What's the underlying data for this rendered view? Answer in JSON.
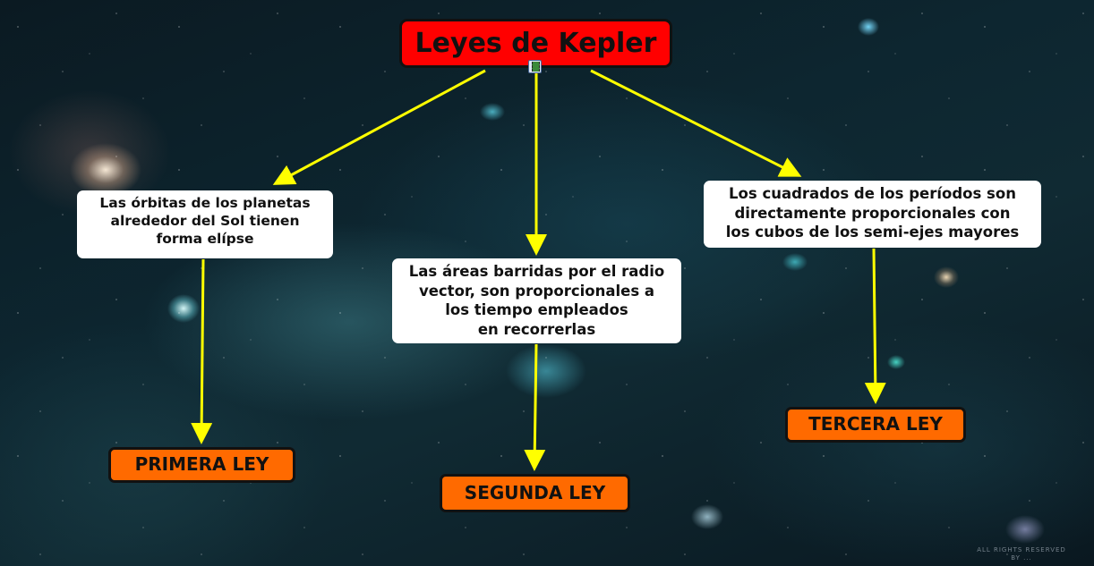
{
  "diagram": {
    "title": "Leyes de Kepler",
    "title_icon": "film-strip-icon",
    "nodes": {
      "first_description": {
        "lines": [
          "Las órbitas de los planetas",
          "alrededor del Sol tienen",
          "forma elípse"
        ]
      },
      "second_description": {
        "lines": [
          "Las áreas barridas por el radio",
          "vector, son proporcionales a",
          "los tiempo empleados",
          "en recorrerlas"
        ]
      },
      "third_description": {
        "lines": [
          "Los cuadrados de los períodos son",
          "directamente proporcionales con",
          "los cubos de los semi-ejes mayores"
        ]
      },
      "first_law": {
        "label": "PRIMERA LEY"
      },
      "second_law": {
        "label": "SEGUNDA LEY"
      },
      "third_law": {
        "label": "TERCERA LEY"
      }
    },
    "edges": [
      {
        "from": "title",
        "to": "first_description"
      },
      {
        "from": "title",
        "to": "second_description"
      },
      {
        "from": "title",
        "to": "third_description"
      },
      {
        "from": "first_description",
        "to": "first_law"
      },
      {
        "from": "second_description",
        "to": "second_law"
      },
      {
        "from": "third_description",
        "to": "third_law"
      }
    ],
    "colors": {
      "title_fill": "#ff0000",
      "law_fill": "#ff6a00",
      "description_fill": "#ffffff",
      "arrow": "#ffff00",
      "border": "#111111"
    }
  },
  "watermark": {
    "lines": [
      "All rights reserved",
      "by ..."
    ]
  }
}
